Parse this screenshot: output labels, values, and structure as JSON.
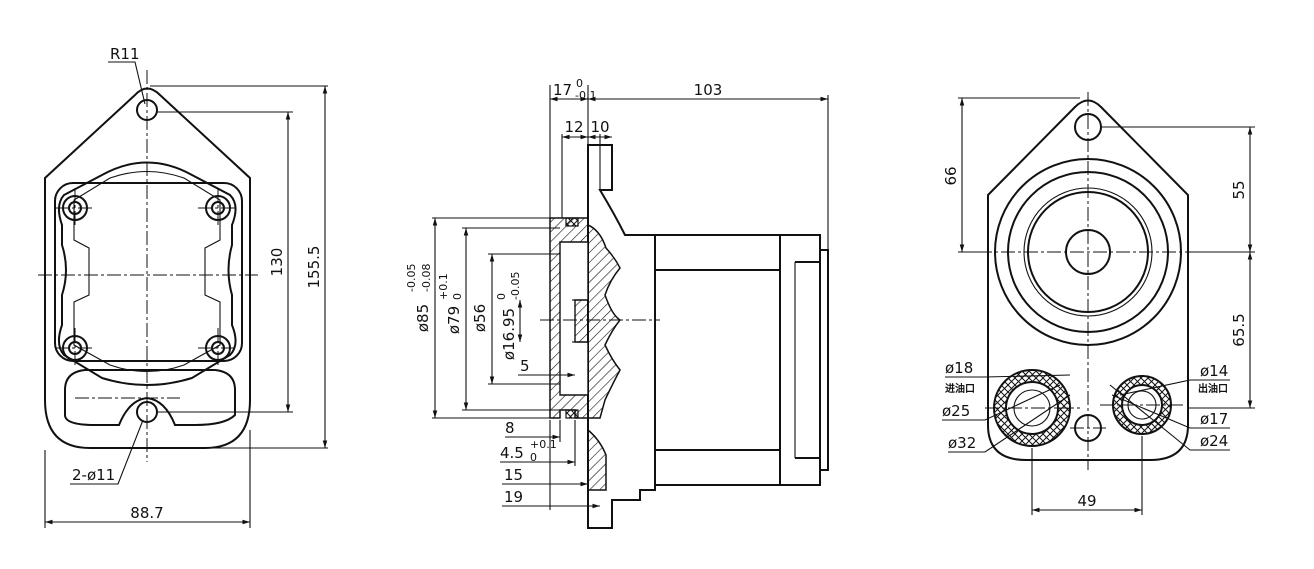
{
  "front_view": {
    "radius": "R11",
    "holes": "2-ø11",
    "height_inner": "130",
    "height_outer": "155.5",
    "width": "88.7"
  },
  "side_view": {
    "flange_thk": "17",
    "flange_tol_up": "0",
    "flange_tol_dn": "-0.1",
    "length": "103",
    "d12": "12",
    "d10": "10",
    "dia85": "ø85",
    "dia85_tol_up": "-0.05",
    "dia85_tol_dn": "-0.08",
    "dia79": "ø79",
    "dia79_tol_up": "+0.1",
    "dia79_tol_dn": "0",
    "dia56": "ø56",
    "dia16": "ø16.95",
    "dia16_tol_up": "0",
    "dia16_tol_dn": "-0.05",
    "d5": "5",
    "d8": "8",
    "d45": "4.5",
    "d45_tol_up": "+0.1",
    "d45_tol_dn": "0",
    "d15": "15",
    "d19": "19"
  },
  "rear_view": {
    "h66": "66",
    "h55": "55",
    "h655": "65.5",
    "inlet_label": "进油口",
    "inlet_d18": "ø18",
    "inlet_d25": "ø25",
    "inlet_d32": "ø32",
    "outlet_label": "出油口",
    "outlet_d14": "ø14",
    "outlet_d17": "ø17",
    "outlet_d24": "ø24",
    "spacing": "49"
  }
}
